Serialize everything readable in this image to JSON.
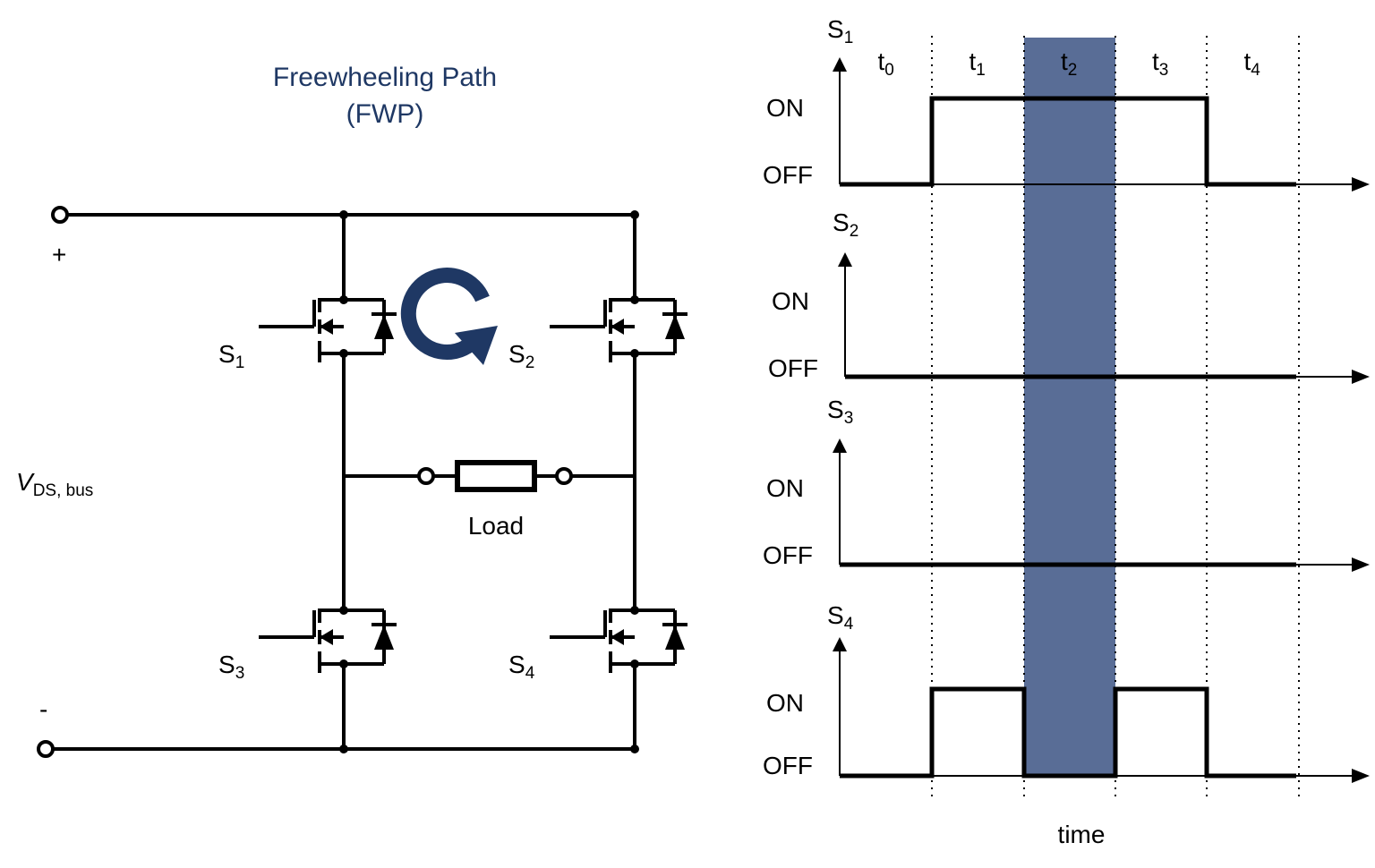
{
  "circuit": {
    "title_line1": "Freewheeling Path",
    "title_line2": "(FWP)",
    "plus_label": "+",
    "minus_label": "-",
    "vbus_symbol": "V",
    "vbus_subscript": "DS, bus",
    "load_label": "Load",
    "switches": [
      {
        "base": "S",
        "sub": "1"
      },
      {
        "base": "S",
        "sub": "2"
      },
      {
        "base": "S",
        "sub": "3"
      },
      {
        "base": "S",
        "sub": "4"
      }
    ],
    "arrow_color": "#1f3864"
  },
  "timing": {
    "intervals": [
      {
        "base": "t",
        "sub": "0"
      },
      {
        "base": "t",
        "sub": "1"
      },
      {
        "base": "t",
        "sub": "2"
      },
      {
        "base": "t",
        "sub": "3"
      },
      {
        "base": "t",
        "sub": "4"
      }
    ],
    "highlight_interval": 2,
    "highlight_color": "#596d96",
    "on_label": "ON",
    "off_label": "OFF",
    "time_label": "time",
    "signals": [
      {
        "base": "S",
        "sub": "1",
        "levels": [
          0,
          1,
          1,
          1,
          0
        ]
      },
      {
        "base": "S",
        "sub": "2",
        "levels": [
          0,
          0,
          0,
          0,
          0
        ]
      },
      {
        "base": "S",
        "sub": "3",
        "levels": [
          0,
          0,
          0,
          0,
          0
        ]
      },
      {
        "base": "S",
        "sub": "4",
        "levels": [
          0,
          1,
          0,
          1,
          0
        ]
      }
    ]
  }
}
